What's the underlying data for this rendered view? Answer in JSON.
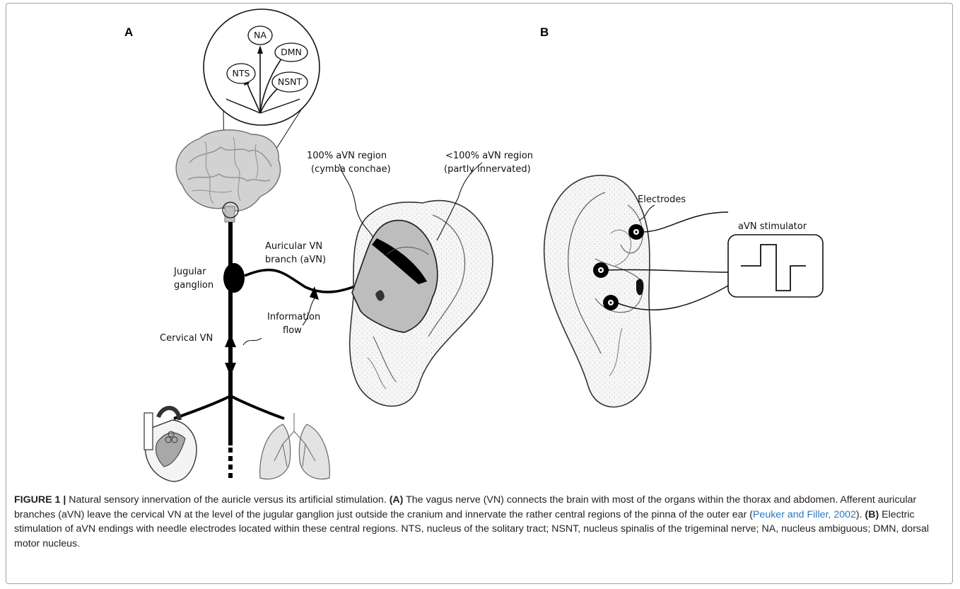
{
  "panels": {
    "a": "A",
    "b": "B"
  },
  "nuclei": {
    "na": "NA",
    "dmn": "DMN",
    "nts": "NTS",
    "nsnt": "NSNT"
  },
  "labels": {
    "region100_line1": "100% aVN region",
    "region100_line2": "(cymba conchae)",
    "regionPartial_line1": "<100% aVN region",
    "regionPartial_line2": "(partly innervated)",
    "auricular_line1": "Auricular VN",
    "auricular_line2": "branch (aVN)",
    "jugular_line1": "Jugular",
    "jugular_line2": "ganglion",
    "info_line1": "Information",
    "info_line2": "flow",
    "cervical": "Cervical VN",
    "electrodes": "Electrodes",
    "stimulator": "aVN stimulator"
  },
  "caption": {
    "figure_label": "FIGURE 1 |",
    "intro": " Natural sensory innervation of the auricle versus its artificial stimulation. ",
    "a_marker": "(A)",
    "a_text_1": " The vagus nerve (VN) connects the brain with most of the organs within the thorax and abdomen. Afferent auricular branches (aVN) leave the cervical VN at the level of the jugular ganglion just outside the cranium and innervate the rather central regions of the pinna of the outer ear (",
    "citation": "Peuker and Filler, 2002",
    "a_text_2": "). ",
    "b_marker": "(B)",
    "b_text": " Electric stimulation of aVN endings with needle electrodes located within these central regions. NTS, nucleus of the solitary tract; NSNT, nucleus spinalis of the trigeminal nerve; NA, nucleus ambiguous; DMN, dorsal motor nucleus."
  },
  "colors": {
    "nerve": "#000000",
    "shade": "#bdbdbd",
    "skin": "#f4f4f4",
    "citation": "#2a78c2"
  }
}
